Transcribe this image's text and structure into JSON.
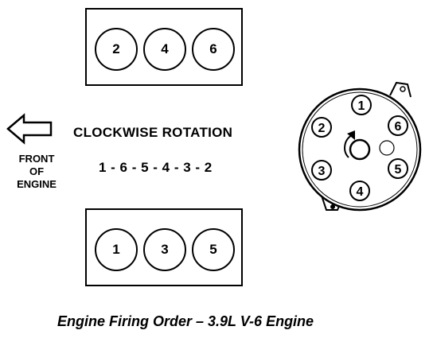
{
  "top_bank": {
    "cylinders": [
      "2",
      "4",
      "6"
    ]
  },
  "bottom_bank": {
    "cylinders": [
      "1",
      "3",
      "5"
    ]
  },
  "front": {
    "lines": [
      "FRONT",
      "OF",
      "ENGINE"
    ]
  },
  "rotation_label": "CLOCKWISE ROTATION",
  "firing_order": "1 - 6 - 5 - 4 - 3 - 2",
  "distributor": {
    "terminals": [
      "1",
      "2",
      "6",
      "3",
      "5",
      "4"
    ]
  },
  "caption": "Engine Firing Order – 3.9L V-6 Engine"
}
